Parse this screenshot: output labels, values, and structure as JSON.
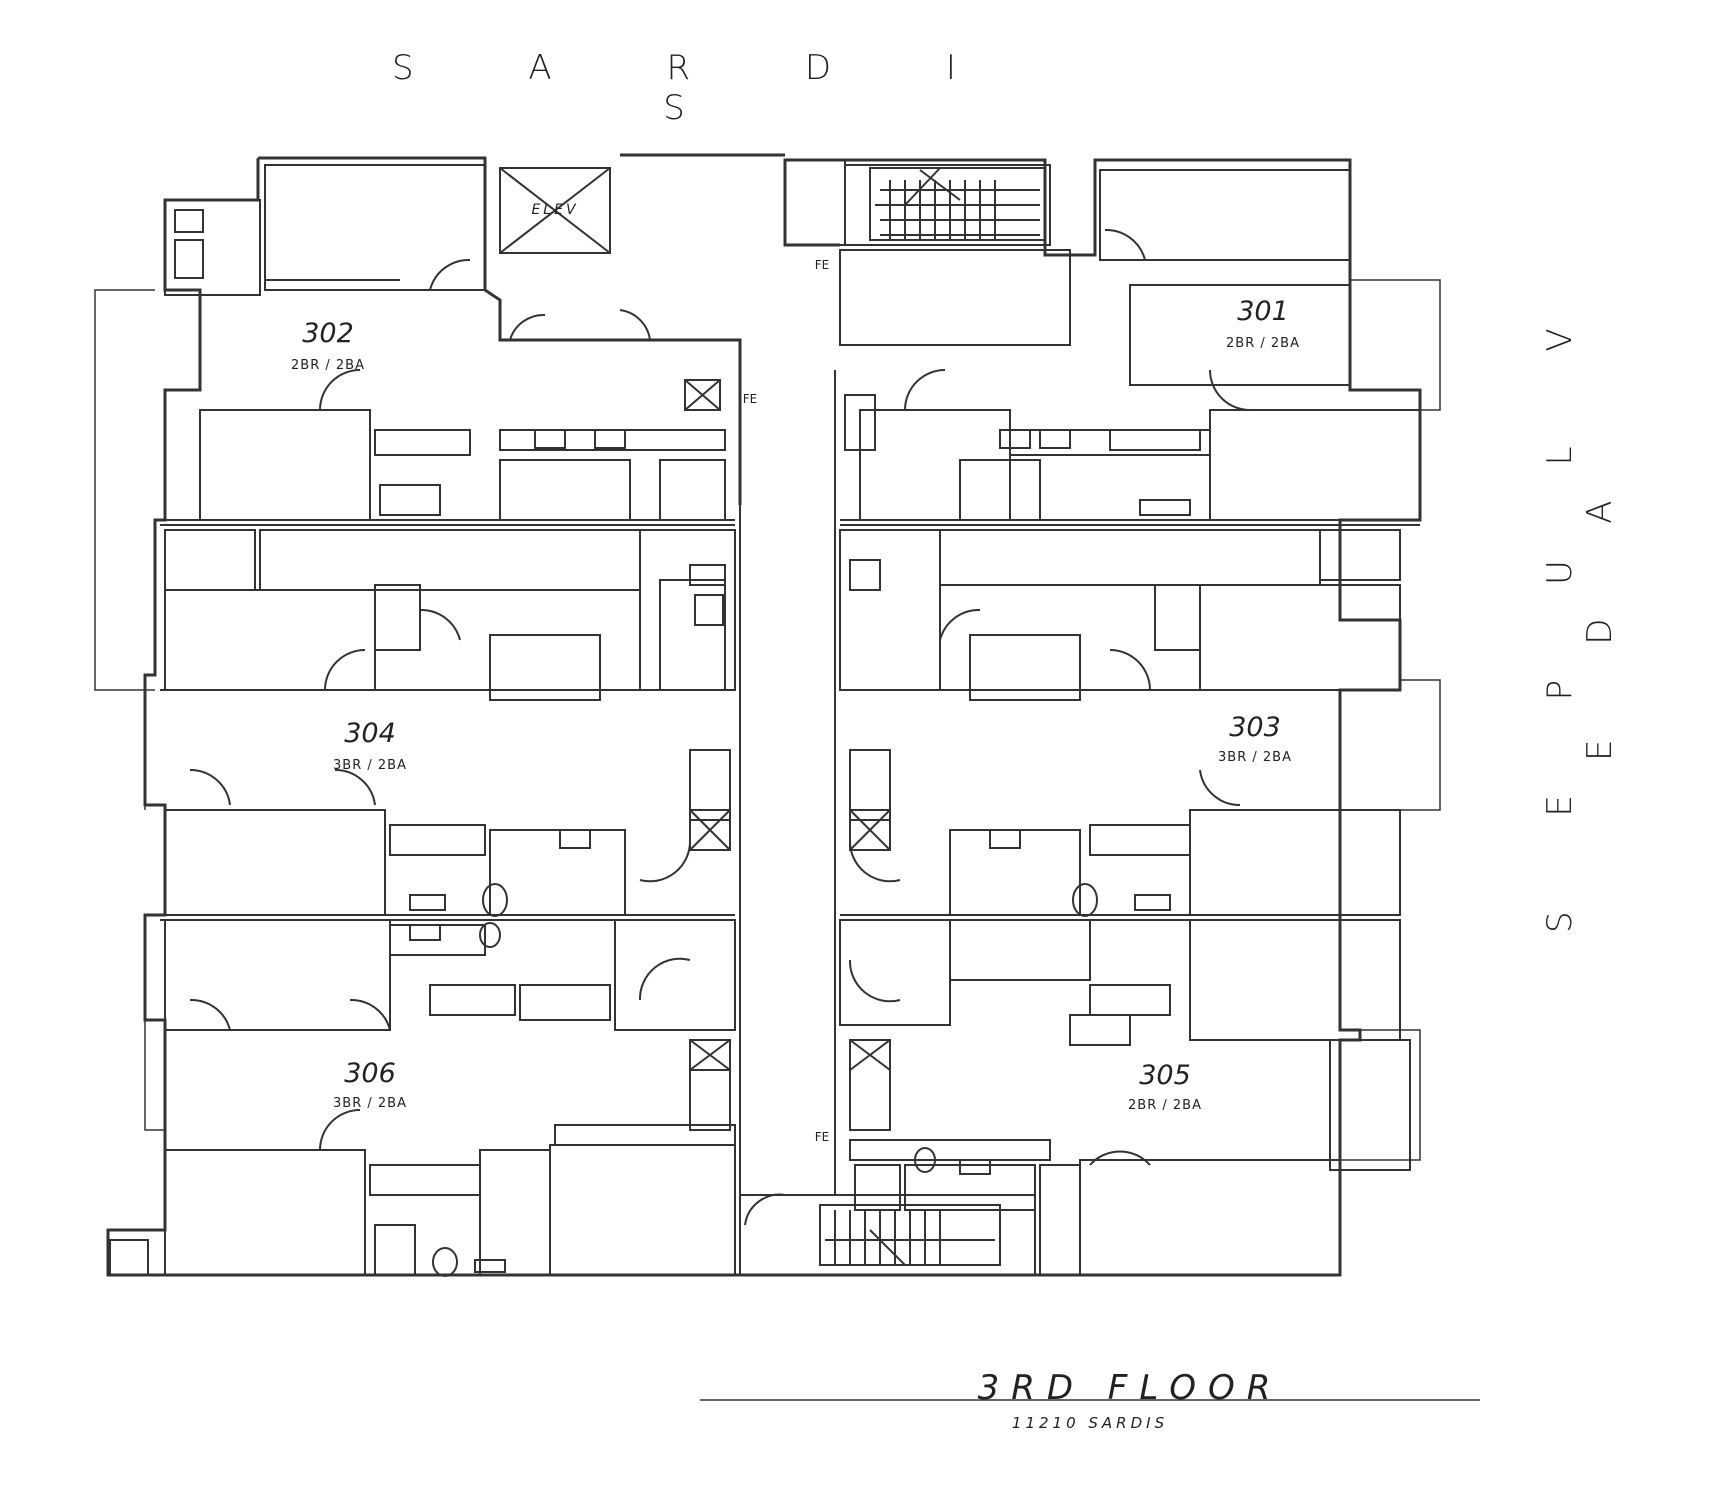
{
  "street_top": "S A R D I S",
  "street_side": "S E P U L V E D A",
  "title": "3RD FLOOR",
  "subtitle": "11210 SARDIS",
  "elevator_label": "ELEV",
  "fire_extinguisher_label": "FE",
  "units": [
    {
      "number": "302",
      "type": "2BR / 2BA"
    },
    {
      "number": "301",
      "type": "2BR / 2BA"
    },
    {
      "number": "304",
      "type": "3BR / 2BA"
    },
    {
      "number": "303",
      "type": "3BR / 2BA"
    },
    {
      "number": "306",
      "type": "3BR / 2BA"
    },
    {
      "number": "305",
      "type": "2BR / 2BA"
    }
  ]
}
